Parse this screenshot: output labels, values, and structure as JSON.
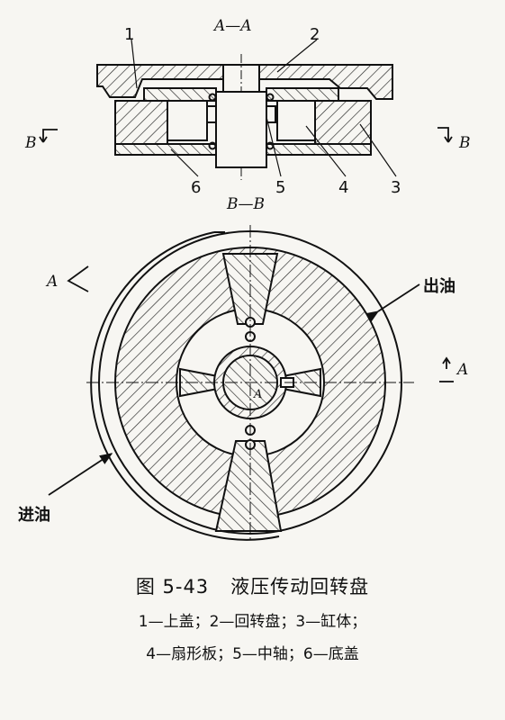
{
  "figure": {
    "number": "图 5-43",
    "title": "液压传动回转盘",
    "legend_line1": "1—上盖；2—回转盘；3—缸体；",
    "legend_line2": "4—扇形板；5—中轴；6—底盖"
  },
  "section_labels": {
    "top_view": "A—A",
    "bottom_view": "B—B",
    "b_left": "B",
    "b_right": "B",
    "a_left": "A",
    "a_right": "A",
    "a_center": "A"
  },
  "part_numbers": [
    "1",
    "2",
    "3",
    "4",
    "5",
    "6"
  ],
  "flow_labels": {
    "outlet": "出油",
    "inlet": "进油"
  }
}
